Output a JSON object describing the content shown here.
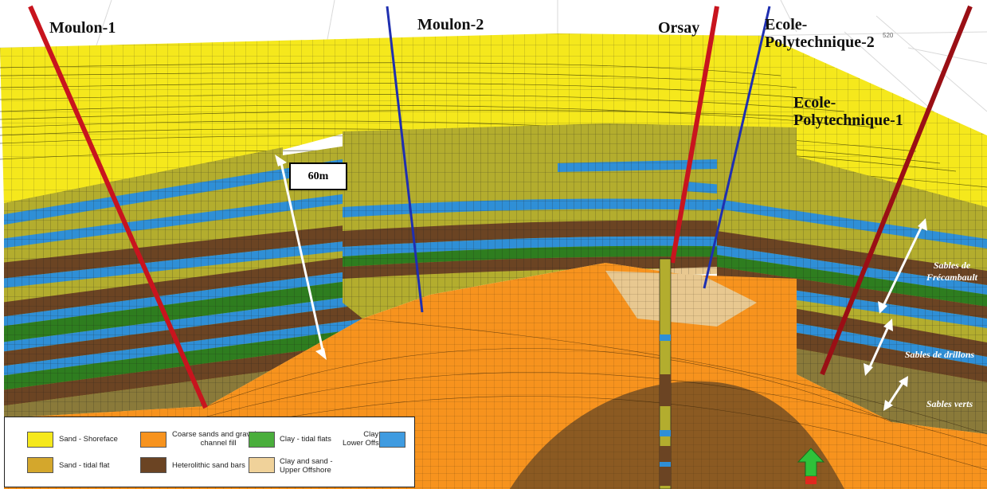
{
  "wells": {
    "moulon1": "Moulon-1",
    "moulon2": "Moulon-2",
    "orsay": "Orsay",
    "ecole2": "Ecole-\nPolytechnique-2",
    "ecole1": "Ecole-\nPolytechnique-1"
  },
  "scale_label": "60m",
  "axis_tick": "520",
  "annotations": {
    "frecambault": "Sables de\nFrécambault",
    "drillons": "Sables de drillons",
    "verts": "Sables verts"
  },
  "legend": [
    {
      "label": "Sand - Shoreface",
      "color": "#f5e81c"
    },
    {
      "label": "Coarse sands and gravels -\nchannel fill",
      "color": "#f7931e"
    },
    {
      "label": "Clay - tidal flats",
      "color": "#4aae3c"
    },
    {
      "label": "Clay -\nLower Offsh",
      "color": "#3f9be0"
    },
    {
      "label": "Sand - tidal flat",
      "color": "#d4a72c"
    },
    {
      "label": "Heterolithic sand bars",
      "color": "#6b4423"
    },
    {
      "label": "Clay and sand -\nUpper Offshore",
      "color": "#f0d29a"
    }
  ],
  "colors": {
    "shoreface": "#f5e81c",
    "olive": "#b3ad2e",
    "channel": "#f7931e",
    "heterolithic": "#6b4423",
    "lower_offshore": "#2f8fd6",
    "tidal_clay": "#2e7d1f",
    "upper_offshore": "#e8c890",
    "red_well": "#c8141e",
    "blue_well": "#1f2fb0"
  },
  "north_arrow": "north-arrow-icon"
}
